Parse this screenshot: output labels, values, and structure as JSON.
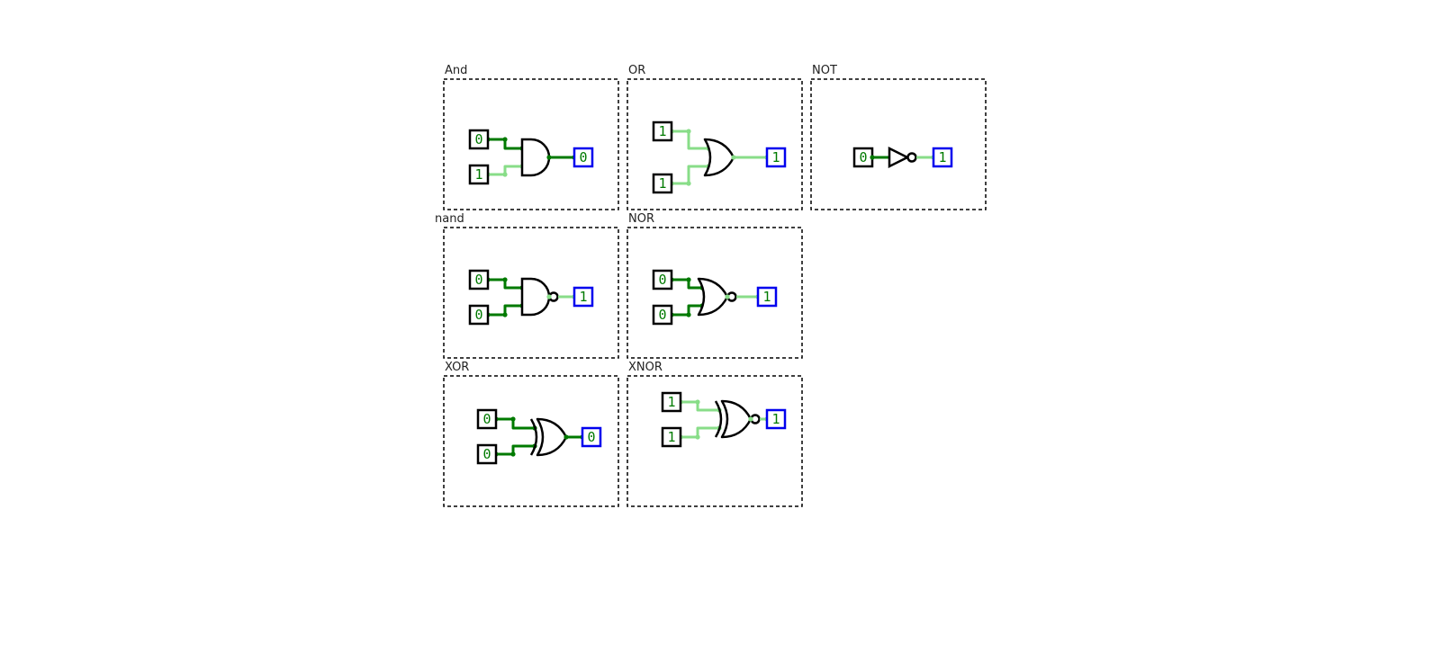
{
  "colors": {
    "wire_low": "#007a00",
    "wire_high": "#88dd88",
    "gate": "#000000",
    "input_box": "#000000",
    "output_box": "#0000ee",
    "pin_value": "#007a00",
    "frame": "#000000"
  },
  "circuits": [
    {
      "id": "and",
      "label": "And",
      "gate": "and",
      "inputs": [
        "0",
        "1"
      ],
      "output": "0"
    },
    {
      "id": "or",
      "label": "OR",
      "gate": "or",
      "inputs": [
        "1",
        "1"
      ],
      "output": "1"
    },
    {
      "id": "not",
      "label": "NOT",
      "gate": "not",
      "inputs": [
        "0"
      ],
      "output": "1"
    },
    {
      "id": "nand",
      "label": "nand",
      "gate": "nand",
      "inputs": [
        "0",
        "0"
      ],
      "output": "1"
    },
    {
      "id": "nor",
      "label": "NOR",
      "gate": "nor",
      "inputs": [
        "0",
        "0"
      ],
      "output": "1"
    },
    {
      "id": "xor",
      "label": "XOR",
      "gate": "xor",
      "inputs": [
        "0",
        "0"
      ],
      "output": "0"
    },
    {
      "id": "xnor",
      "label": "XNOR",
      "gate": "xnor",
      "inputs": [
        "1",
        "1"
      ],
      "output": "1"
    }
  ]
}
